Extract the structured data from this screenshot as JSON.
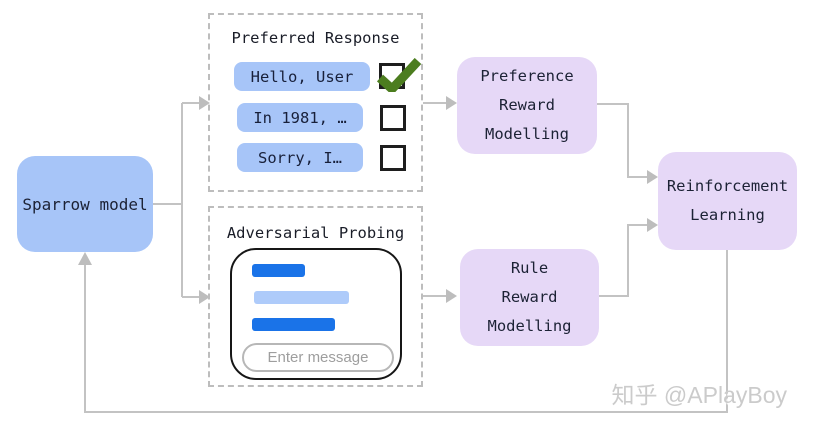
{
  "diagram": {
    "sparrow": {
      "label": "Sparrow model"
    },
    "preferred_response": {
      "title": "Preferred Response",
      "options": [
        {
          "label": "Hello, User",
          "checked": true
        },
        {
          "label": "In 1981, …",
          "checked": false
        },
        {
          "label": "Sorry, I…",
          "checked": false
        }
      ]
    },
    "adversarial_probing": {
      "title": "Adversarial Probing",
      "chat": {
        "placeholder": "Enter message"
      }
    },
    "preference_reward": {
      "label": "Preference\nReward\nModelling"
    },
    "rule_reward": {
      "label": "Rule\nReward\nModelling"
    },
    "reinforcement_learning": {
      "label": "Reinforcement\nLearning"
    }
  },
  "watermark": {
    "text": "知乎 @APlayBoy"
  },
  "colors": {
    "node_blue": "#a7c5f8",
    "node_purple": "#e6d8f7",
    "chat_bubble_dark_blue": "#1a73e8",
    "chat_bubble_light_blue": "#aecbfa",
    "connector_gray": "#c3c3c3",
    "check_green": "#4c7d1f"
  }
}
